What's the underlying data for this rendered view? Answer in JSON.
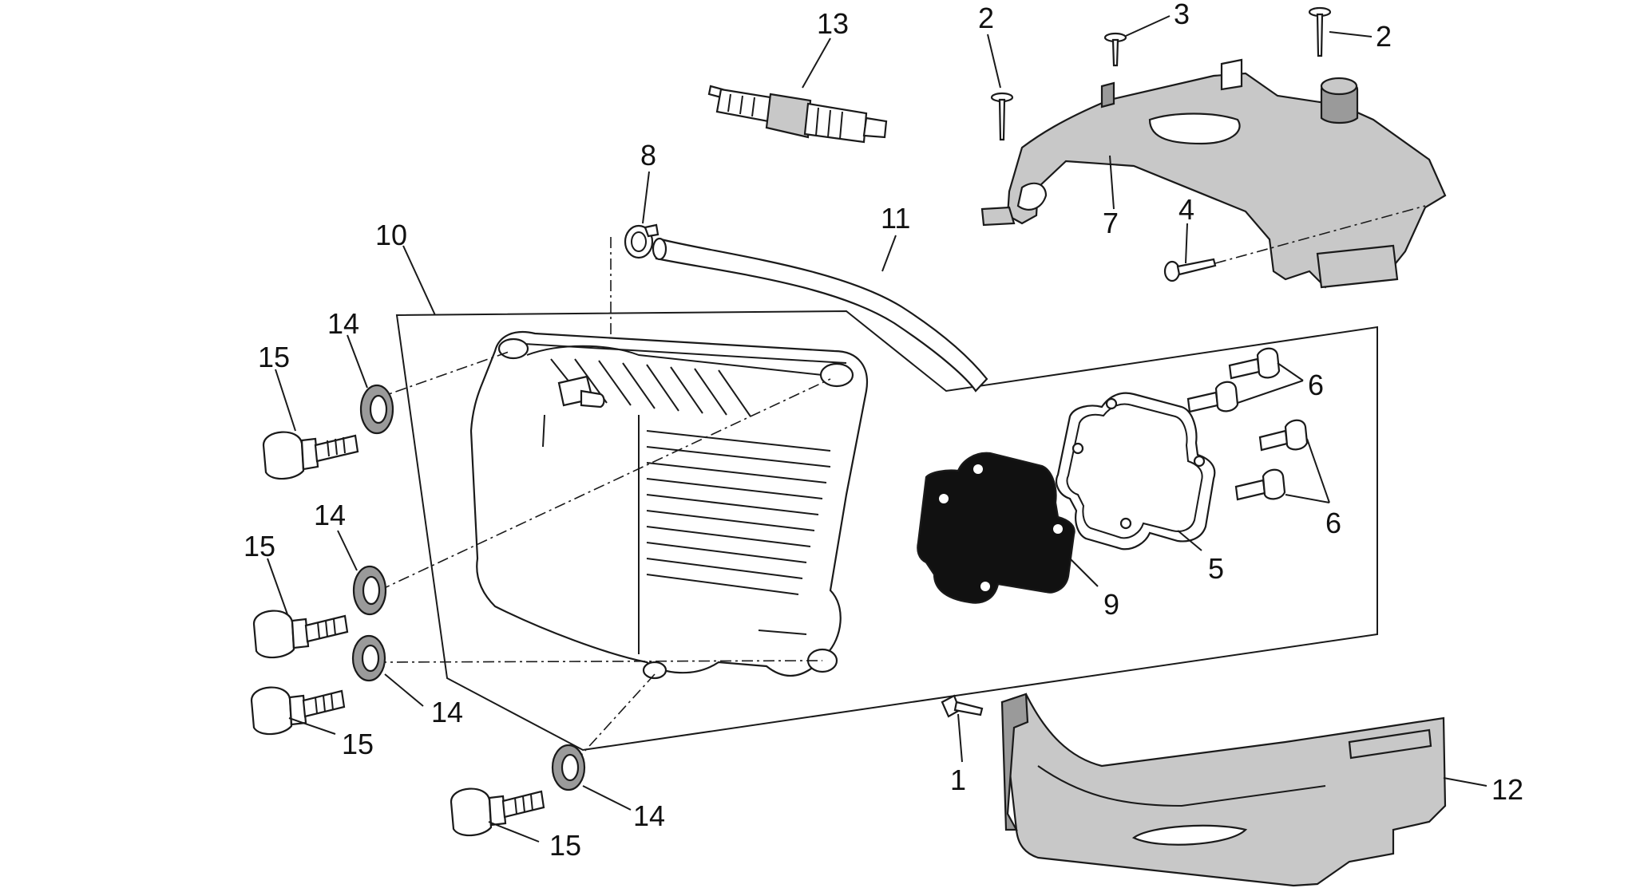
{
  "colors": {
    "line": "#1a1a1a",
    "part_fill": "#c8c8c8",
    "part_shade": "#9a9a9a",
    "gasket": "#111111",
    "background": "#ffffff"
  },
  "callouts": {
    "c1": "1",
    "c2a": "2",
    "c2b": "2",
    "c3": "3",
    "c4": "4",
    "c5": "5",
    "c6a": "6",
    "c6b": "6",
    "c7": "7",
    "c8": "8",
    "c9": "9",
    "c10": "10",
    "c11": "11",
    "c12": "12",
    "c13": "13",
    "c14a": "14",
    "c14b": "14",
    "c14c": "14",
    "c14d": "14",
    "c15a": "15",
    "c15b": "15",
    "c15c": "15",
    "c15d": "15"
  }
}
